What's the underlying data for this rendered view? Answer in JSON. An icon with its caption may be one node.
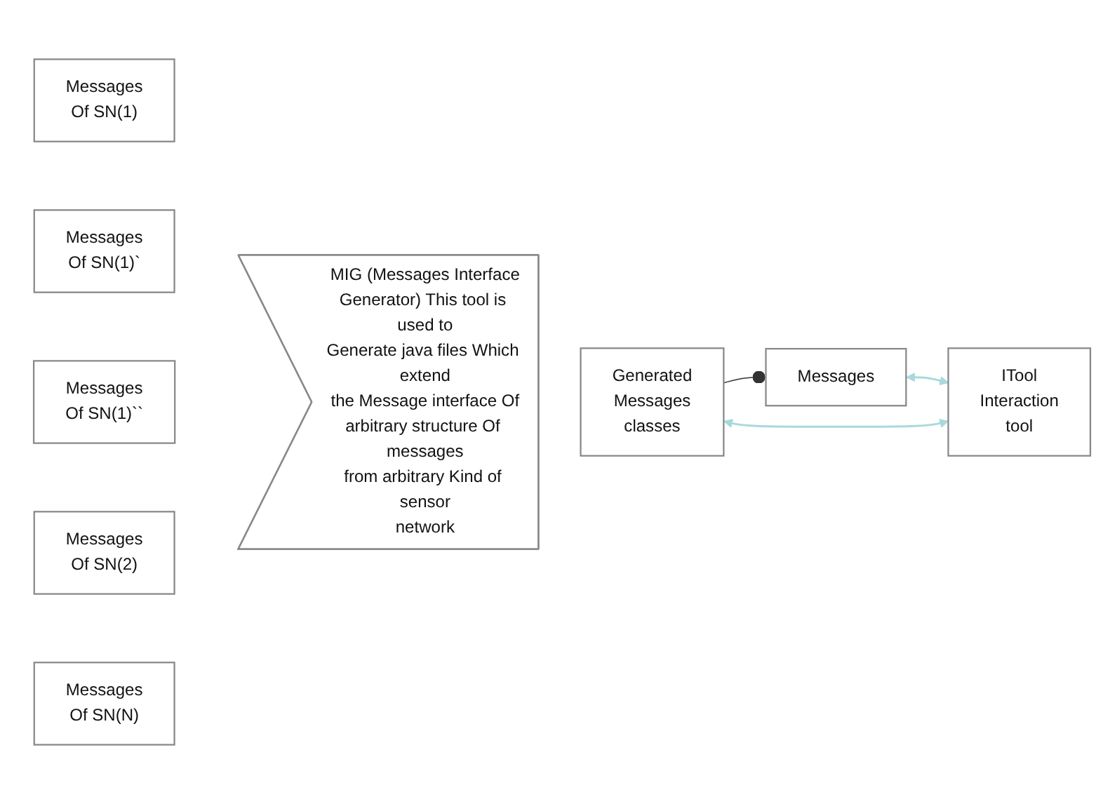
{
  "diagram": {
    "nodes": [
      {
        "text": [
          "Messages Of SN(1)"
        ]
      },
      {
        "text": [
          "Messages Of SN(1)`"
        ]
      },
      {
        "text": [
          "Messages Of SN(1)``"
        ]
      },
      {
        "text": [
          "Messages Of SN(2)"
        ]
      },
      {
        "text": [
          "Messages Of SN(N)"
        ]
      },
      {
        "text": [
          "MIG (Messages Interface Generator) This tool is used to Generate java files Which extend the Message interface Of arbitrary structure Of messages from arbitrary Kind of sensor network"
        ]
      },
      {
        "text": [
          "Messages"
        ]
      },
      {
        "text": [
          "Generated Messages classes"
        ]
      },
      {
        "text": [
          "ITool Interaction tool"
        ]
      }
    ],
    "edges": [
      {
        "from": 6,
        "to": 8,
        "arrow": "both",
        "color": "#a9d9dc"
      },
      {
        "from": 7,
        "to": 6,
        "arrow": "other",
        "color": "#333333"
      },
      {
        "from": 7,
        "to": 8,
        "arrow": "both",
        "color": "#a9d9dc"
      }
    ]
  }
}
